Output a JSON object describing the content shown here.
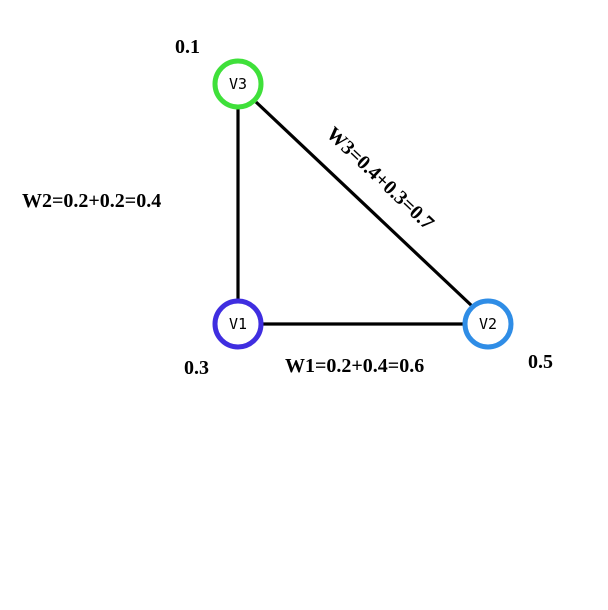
{
  "colors": {
    "edge": "#000000",
    "v1": "#3f2ee0",
    "v2": "#2f8de6",
    "v3": "#3fe03a"
  },
  "nodes": {
    "v1": {
      "label": "V1",
      "weight": "0.3"
    },
    "v2": {
      "label": "V2",
      "weight": "0.5"
    },
    "v3": {
      "label": "V3",
      "weight": "0.1"
    }
  },
  "edges": {
    "w1": {
      "label": "W1=0.2+0.4=0.6"
    },
    "w2": {
      "label": "W2=0.2+0.2=0.4"
    },
    "w3": {
      "label": "W3=0.4+0.3=0.7"
    }
  }
}
